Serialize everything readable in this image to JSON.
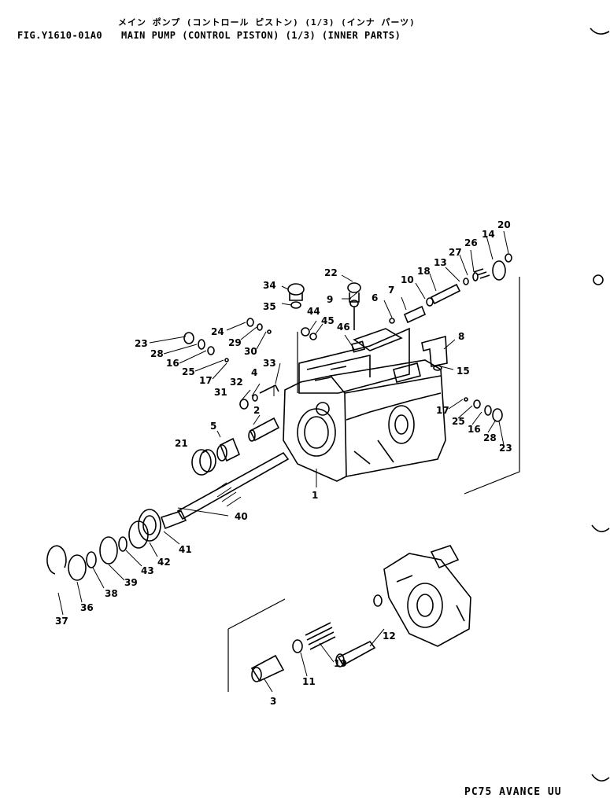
{
  "header": {
    "japanese_title": "メイン ポンプ (コントロール ピストン) (1/3) (インナ パーツ)",
    "figure_id": "FIG.Y1610-01A0",
    "title": "MAIN PUMP (CONTROL PISTON) (1/3) (INNER PARTS)"
  },
  "footer": {
    "model": "PC75 AVANCE UU"
  },
  "callouts": [
    "1",
    "2",
    "3",
    "4",
    "5",
    "6",
    "7",
    "8",
    "9",
    "10",
    "11",
    "12",
    "13",
    "14",
    "15",
    "16",
    "16",
    "17",
    "17",
    "18",
    "19",
    "20",
    "21",
    "22",
    "23",
    "23",
    "24",
    "25",
    "25",
    "26",
    "27",
    "28",
    "28",
    "29",
    "30",
    "31",
    "32",
    "33",
    "34",
    "35",
    "36",
    "37",
    "38",
    "39",
    "40",
    "41",
    "42",
    "43",
    "44",
    "45",
    "46"
  ]
}
